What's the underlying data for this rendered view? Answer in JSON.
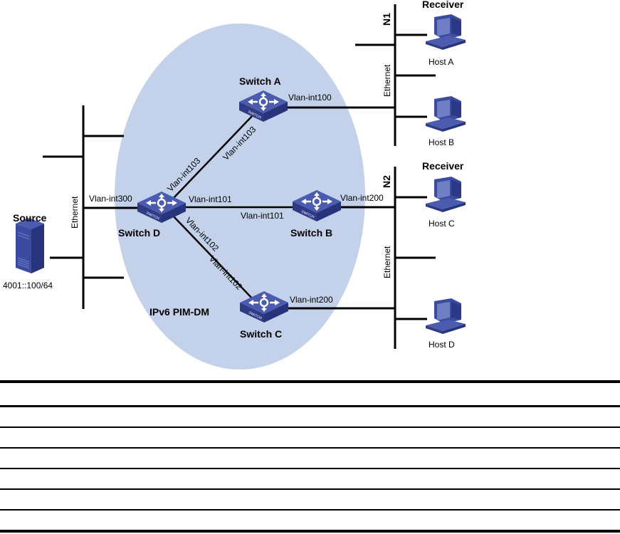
{
  "diagram": {
    "domain_label": "IPv6 PIM-DM",
    "domain_fill": "#c3d1ea",
    "device_color": "#3b4a9c",
    "source": {
      "title": "Source",
      "address": "4001::100/64",
      "icon": "server-icon"
    },
    "segments": {
      "source_lan": "Ethernet",
      "n1_name": "N1",
      "n1_lan": "Ethernet",
      "n2_name": "N2",
      "n2_lan": "Ethernet"
    },
    "switches": {
      "a": {
        "name": "Switch A",
        "icon": "switch-icon"
      },
      "b": {
        "name": "Switch B",
        "icon": "switch-icon"
      },
      "c": {
        "name": "Switch C",
        "icon": "switch-icon"
      },
      "d": {
        "name": "Switch D",
        "icon": "switch-icon"
      }
    },
    "interfaces": {
      "d_to_lan": "Vlan-int300",
      "d_to_a": "Vlan-int103",
      "a_to_d": "Vlan-int103",
      "d_to_b": "Vlan-int101",
      "b_to_d": "Vlan-int101",
      "d_to_c": "Vlan-int102",
      "c_to_d": "Vlan-int102",
      "a_to_n1": "Vlan-int100",
      "b_to_n2": "Vlan-int200",
      "c_to_n2": "Vlan-int200"
    },
    "receivers": {
      "n1_label": "Receiver",
      "n2_label": "Receiver"
    },
    "hosts": [
      {
        "name": "Host A",
        "icon": "host-pc-icon"
      },
      {
        "name": "Host B",
        "icon": "host-pc-icon"
      },
      {
        "name": "Host C",
        "icon": "host-pc-icon"
      },
      {
        "name": "Host D",
        "icon": "host-pc-icon"
      }
    ]
  },
  "table": {
    "header": [],
    "rows": [
      [],
      [],
      [],
      [],
      [],
      []
    ]
  }
}
